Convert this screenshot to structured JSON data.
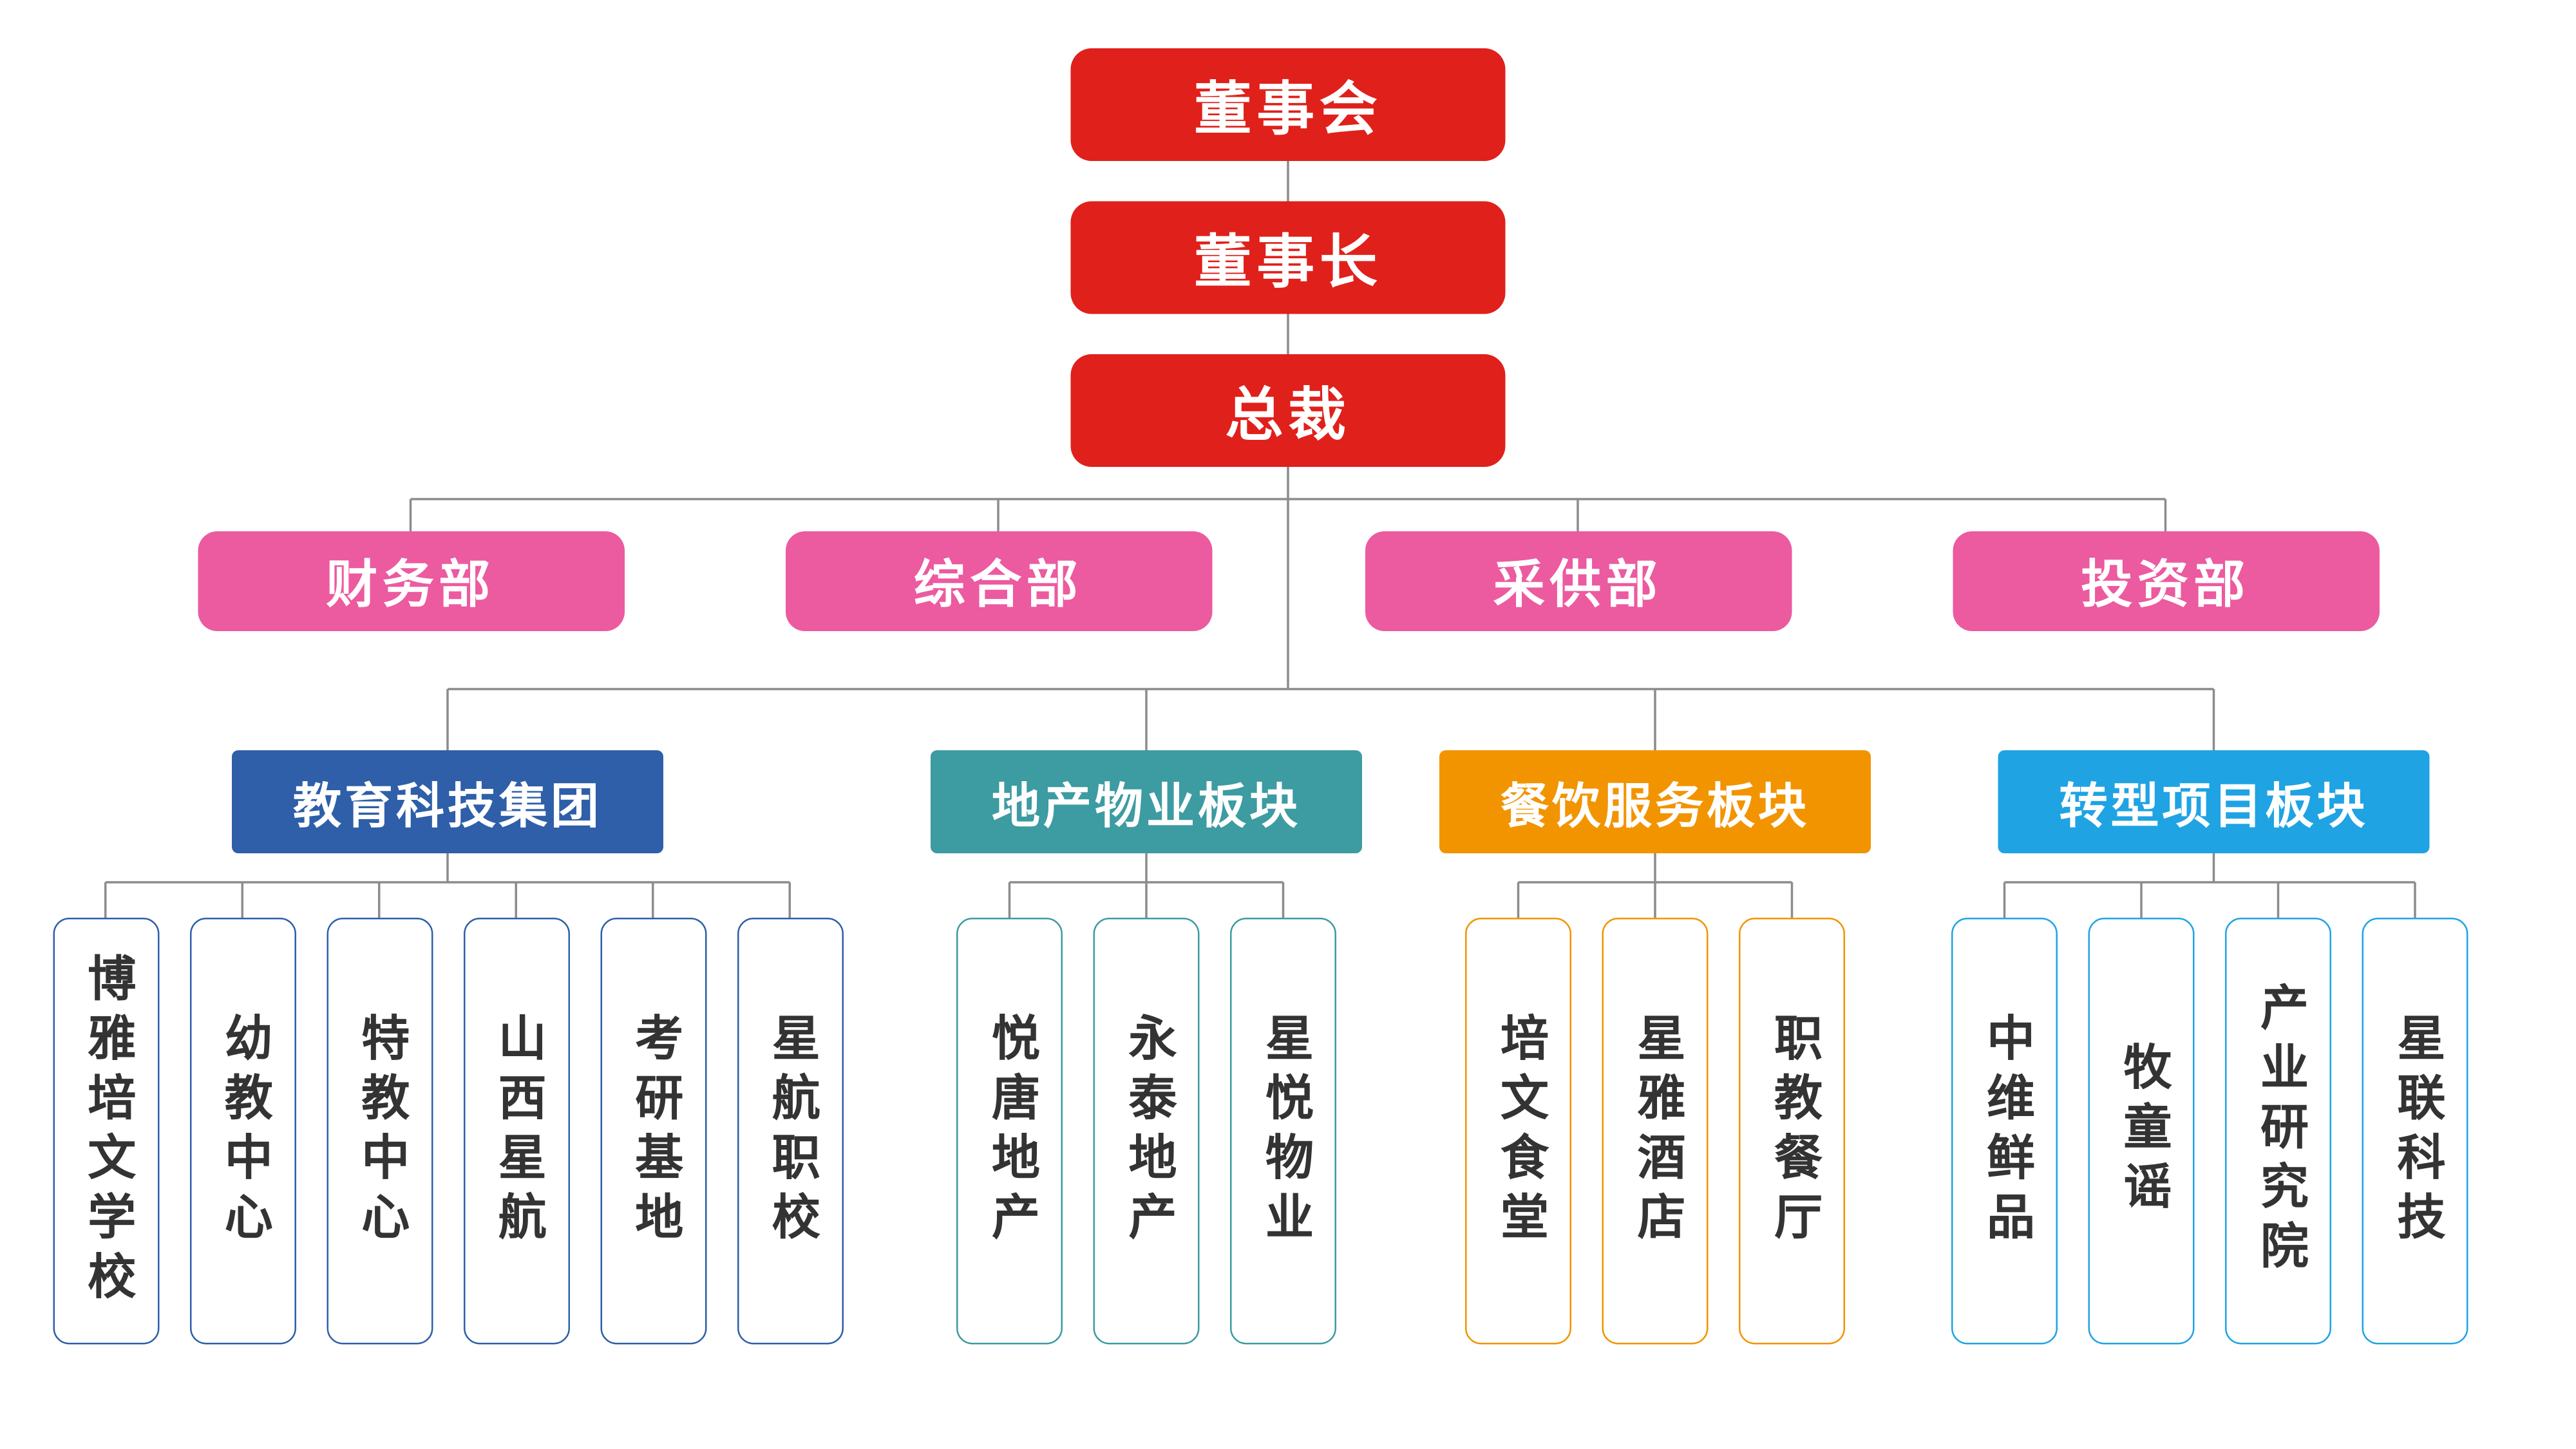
{
  "org": {
    "executive": [
      {
        "label": "董事会"
      },
      {
        "label": "董事长"
      },
      {
        "label": "总裁"
      }
    ],
    "departments": [
      {
        "label": "财务部"
      },
      {
        "label": "综合部"
      },
      {
        "label": "采供部"
      },
      {
        "label": "投资部"
      }
    ],
    "groups": [
      {
        "label": "教育科技集团",
        "color": "#2e5fa8",
        "children": [
          {
            "label": "博雅培文学校"
          },
          {
            "label": "幼教中心"
          },
          {
            "label": "特教中心"
          },
          {
            "label": "山西星航"
          },
          {
            "label": "考研基地"
          },
          {
            "label": "星航职校"
          }
        ]
      },
      {
        "label": "地产物业板块",
        "color": "#3d9ba2",
        "children": [
          {
            "label": "悦唐地产"
          },
          {
            "label": "永泰地产"
          },
          {
            "label": "星悦物业"
          }
        ]
      },
      {
        "label": "餐饮服务板块",
        "color": "#f29400",
        "children": [
          {
            "label": "培文食堂"
          },
          {
            "label": "星雅酒店"
          },
          {
            "label": "职教餐厅"
          }
        ]
      },
      {
        "label": "转型项目板块",
        "color": "#1fa3e3",
        "children": [
          {
            "label": "中维鲜品"
          },
          {
            "label": "牧童谣"
          },
          {
            "label": "产业研究院"
          },
          {
            "label": "星联科技"
          }
        ]
      }
    ],
    "colors": {
      "executive": "#e0201b",
      "department": "#ec5aa0",
      "connector": "#8c8c8c"
    }
  }
}
